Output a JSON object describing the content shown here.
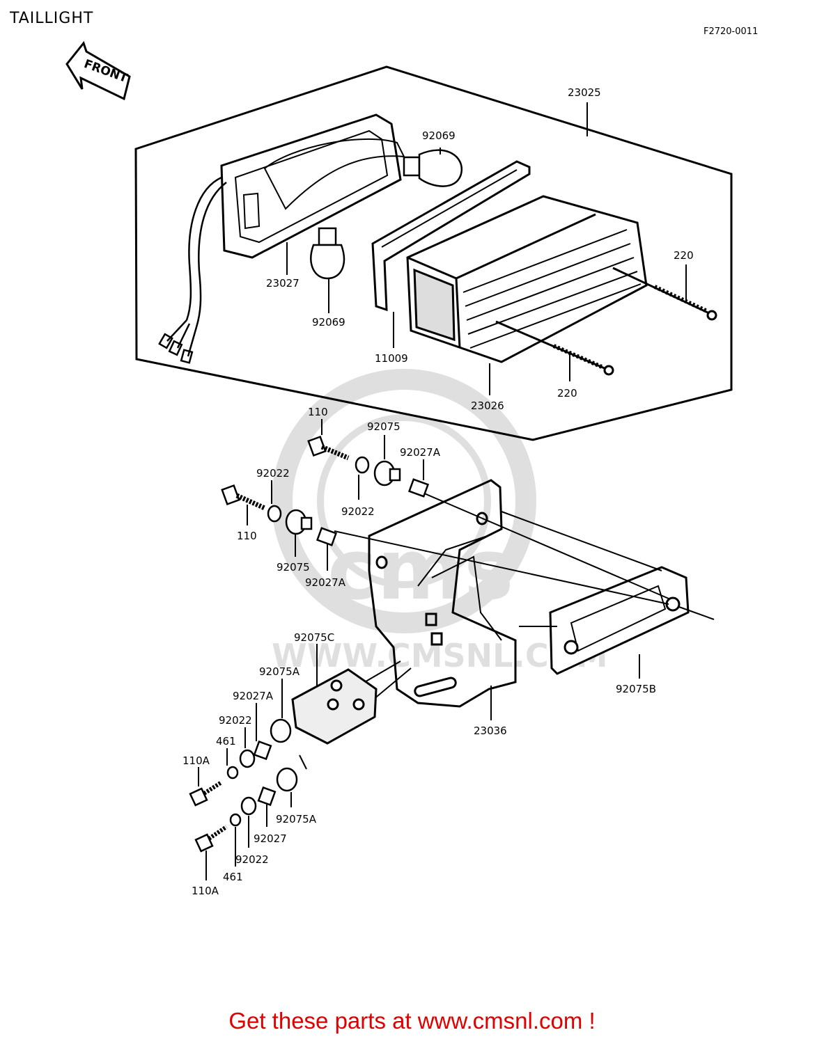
{
  "header": {
    "title": "TAILLIGHT",
    "diagram_code": "F2720-0011",
    "front_arrow_label": "FRONT"
  },
  "watermark": {
    "brand": "cms",
    "url": "WWW.CMSNL.COM"
  },
  "parts": [
    "23025",
    "92069",
    "92069",
    "23027",
    "220",
    "220",
    "11009",
    "23026",
    "110",
    "92075",
    "92027A",
    "92022",
    "92022",
    "110",
    "92075",
    "92027A",
    "92075C",
    "92075A",
    "92027A",
    "92022",
    "461",
    "110A",
    "92075A",
    "92027",
    "92022",
    "461",
    "110A",
    "92075B",
    "23036"
  ],
  "footer": {
    "text": "Get these parts at www.cmsnl.com !"
  }
}
